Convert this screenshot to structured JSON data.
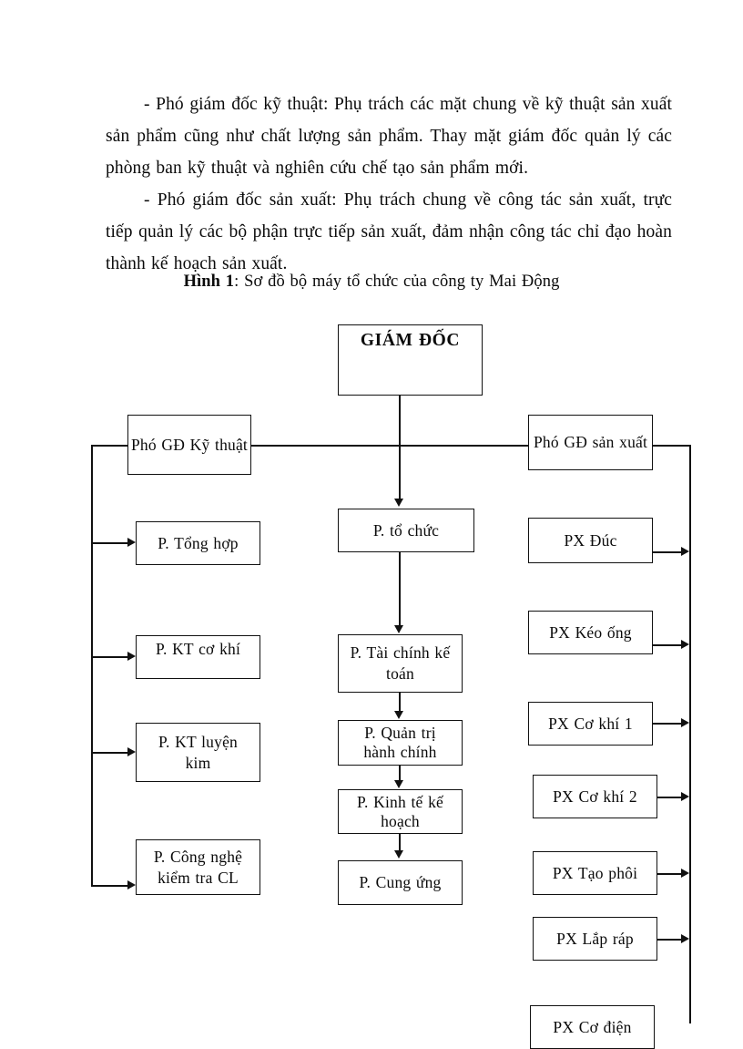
{
  "document": {
    "paragraphs": [
      "- Phó giám đốc kỹ thuật: Phụ trách các mặt chung về kỹ thuật sản xuất sản phẩm cũng như chất lượng sản phẩm. Thay mặt giám đốc quản lý các phòng ban kỹ thuật và nghiên cứu chế tạo sản phẩm mới.",
      "- Phó giám đốc sản xuất: Phụ trách chung về công tác sản xuất, trực tiếp quản lý các bộ phận trực tiếp sản xuất, đảm nhận công tác chỉ đạo hoàn thành kế hoạch sản xuất."
    ],
    "figure_caption": {
      "label": "Hình 1",
      "text": ": Sơ đồ bộ máy tổ chức của công ty Mai Động"
    }
  },
  "chart_data": {
    "type": "diagram",
    "title": "Sơ đồ bộ máy tổ chức của công ty Mai Động",
    "nodes": {
      "director": "GIÁM ĐỐC",
      "deputy_tech": "Phó GĐ Kỹ thuật",
      "deputy_prod": "Phó GĐ sản xuất",
      "left_column": [
        "P. Tổng hợp",
        "P. KT cơ khí",
        "P. KT luyện kim",
        "P. Công nghệ kiểm tra CL"
      ],
      "center_column": [
        "P. tổ chức",
        "P. Tài chính kế toán",
        "P. Quản trị hành chính",
        "P. Kinh tế kế hoạch",
        "P. Cung ứng"
      ],
      "right_column": [
        "PX Đúc",
        "PX Kéo ống",
        "PX Cơ khí 1",
        "PX Cơ khí 2",
        "PX Tạo phôi",
        "PX Lắp ráp",
        "PX Cơ điện"
      ]
    },
    "colors": {
      "line": "#111111",
      "box_fill": "#ffffff",
      "text": "#0a0a0a"
    }
  }
}
